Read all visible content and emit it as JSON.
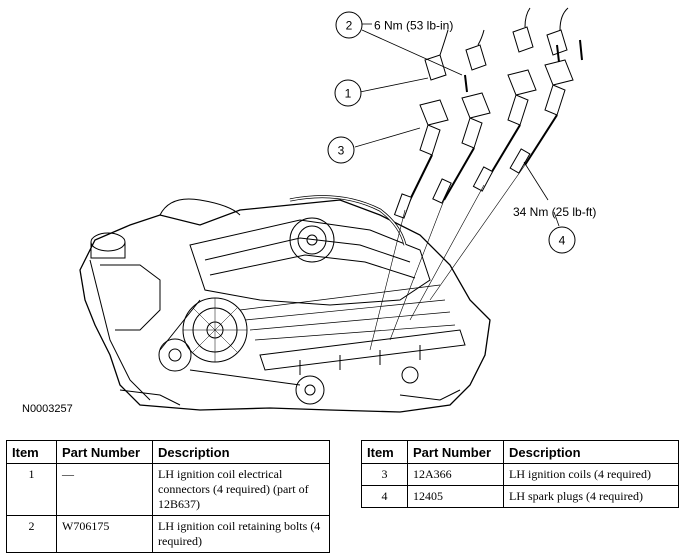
{
  "figure": {
    "id": "N0003257",
    "callouts": [
      {
        "num": "1"
      },
      {
        "num": "2",
        "spec": "6 Nm (53 lb-in)"
      },
      {
        "num": "3"
      },
      {
        "num": "4",
        "spec": "34 Nm (25 lb-ft)"
      }
    ]
  },
  "table_headers": [
    "Item",
    "Part Number",
    "Description"
  ],
  "left_table": {
    "rows": [
      {
        "item": "1",
        "part": "—",
        "desc": "LH ignition coil electrical connectors (4 required) (part of 12B637)"
      },
      {
        "item": "2",
        "part": "W706175",
        "desc": "LH ignition coil retaining bolts (4 required)"
      }
    ]
  },
  "right_table": {
    "rows": [
      {
        "item": "3",
        "part": "12A366",
        "desc": "LH ignition coils (4 required)"
      },
      {
        "item": "4",
        "part": "12405",
        "desc": "LH spark plugs (4 required)"
      }
    ]
  }
}
